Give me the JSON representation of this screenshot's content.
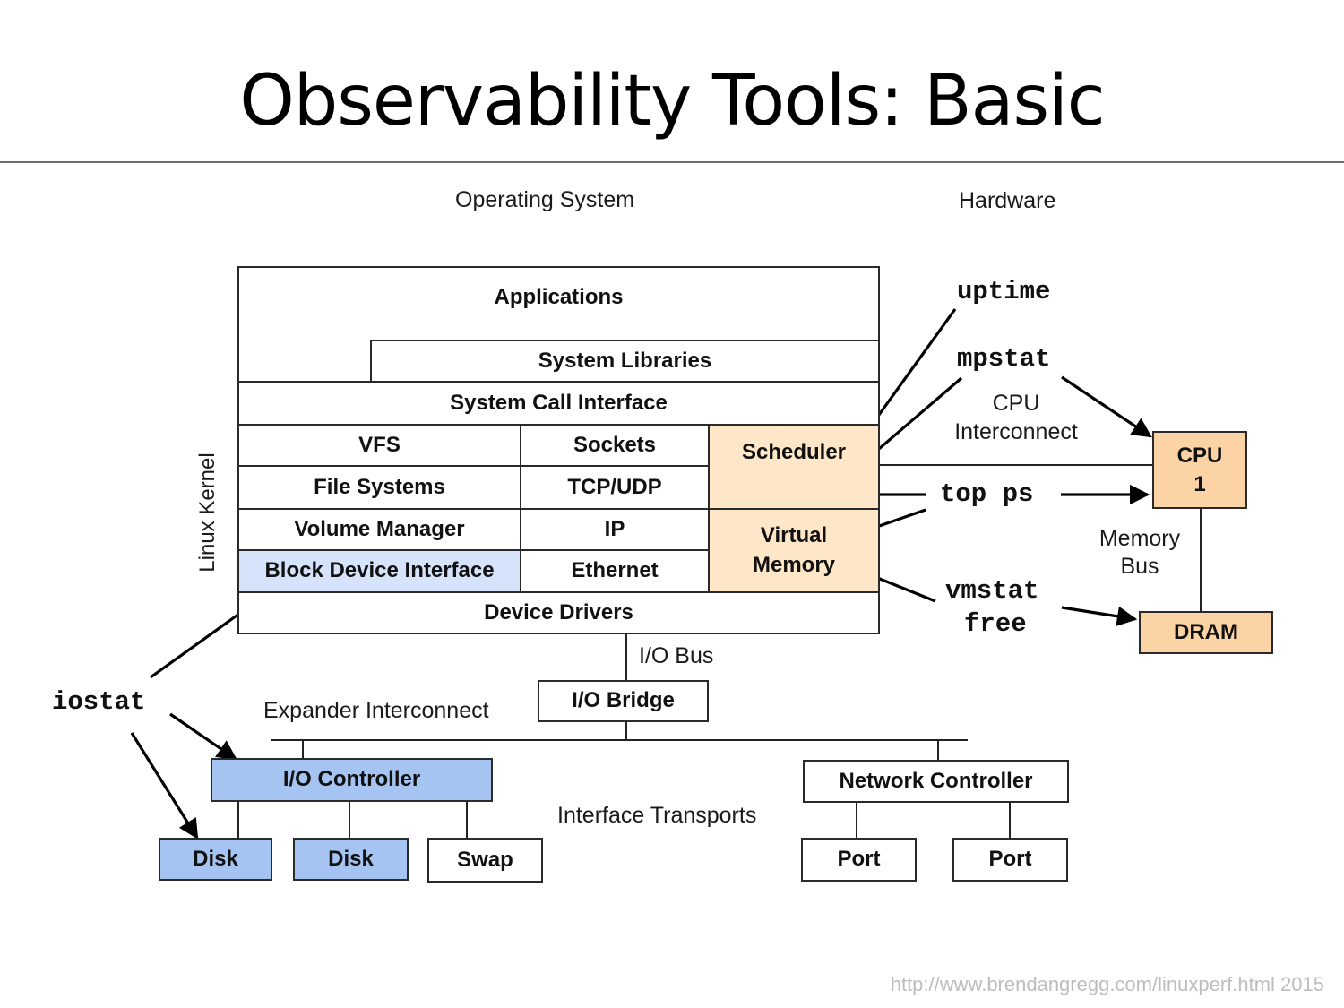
{
  "slide": {
    "title": "Observability Tools: Basic",
    "footer": "http://www.brendangregg.com/linuxperf.html 2015"
  },
  "colors": {
    "disk_blue": "#a6c4f2",
    "block_device_blue": "#d6e4fb",
    "kernel_peach": "#fde7c8",
    "hardware_orange": "#fcd3a5"
  },
  "section_labels": {
    "os": "Operating System",
    "hardware": "Hardware",
    "linux_kernel": "Linux Kernel"
  },
  "stack": {
    "applications": "Applications",
    "system_libraries": "System Libraries",
    "system_call_interface": "System Call Interface",
    "vfs": "VFS",
    "sockets": "Sockets",
    "scheduler": "Scheduler",
    "file_systems": "File Systems",
    "tcp_udp": "TCP/UDP",
    "volume_manager": "Volume Manager",
    "ip": "IP",
    "virtual_memory": "Virtual Memory",
    "block_device_interface": "Block Device Interface",
    "ethernet": "Ethernet",
    "device_drivers": "Device Drivers"
  },
  "hardware": {
    "cpu": "CPU\n1",
    "cpu_line1": "CPU",
    "cpu_line2": "1",
    "dram": "DRAM",
    "cpu_interconnect_1": "CPU",
    "cpu_interconnect_2": "Interconnect",
    "memory_bus_1": "Memory",
    "memory_bus_2": "Bus",
    "io_bus": "I/O Bus",
    "io_bridge": "I/O Bridge",
    "expander_interconnect": "Expander Interconnect",
    "io_controller": "I/O Controller",
    "interface_transports": "Interface Transports",
    "disk_1": "Disk",
    "disk_2": "Disk",
    "swap": "Swap",
    "network_controller": "Network Controller",
    "port_1": "Port",
    "port_2": "Port"
  },
  "tools": {
    "uptime": "uptime",
    "mpstat": "mpstat",
    "top_ps": "top ps",
    "vmstat": "vmstat",
    "free": "free",
    "iostat": "iostat"
  }
}
